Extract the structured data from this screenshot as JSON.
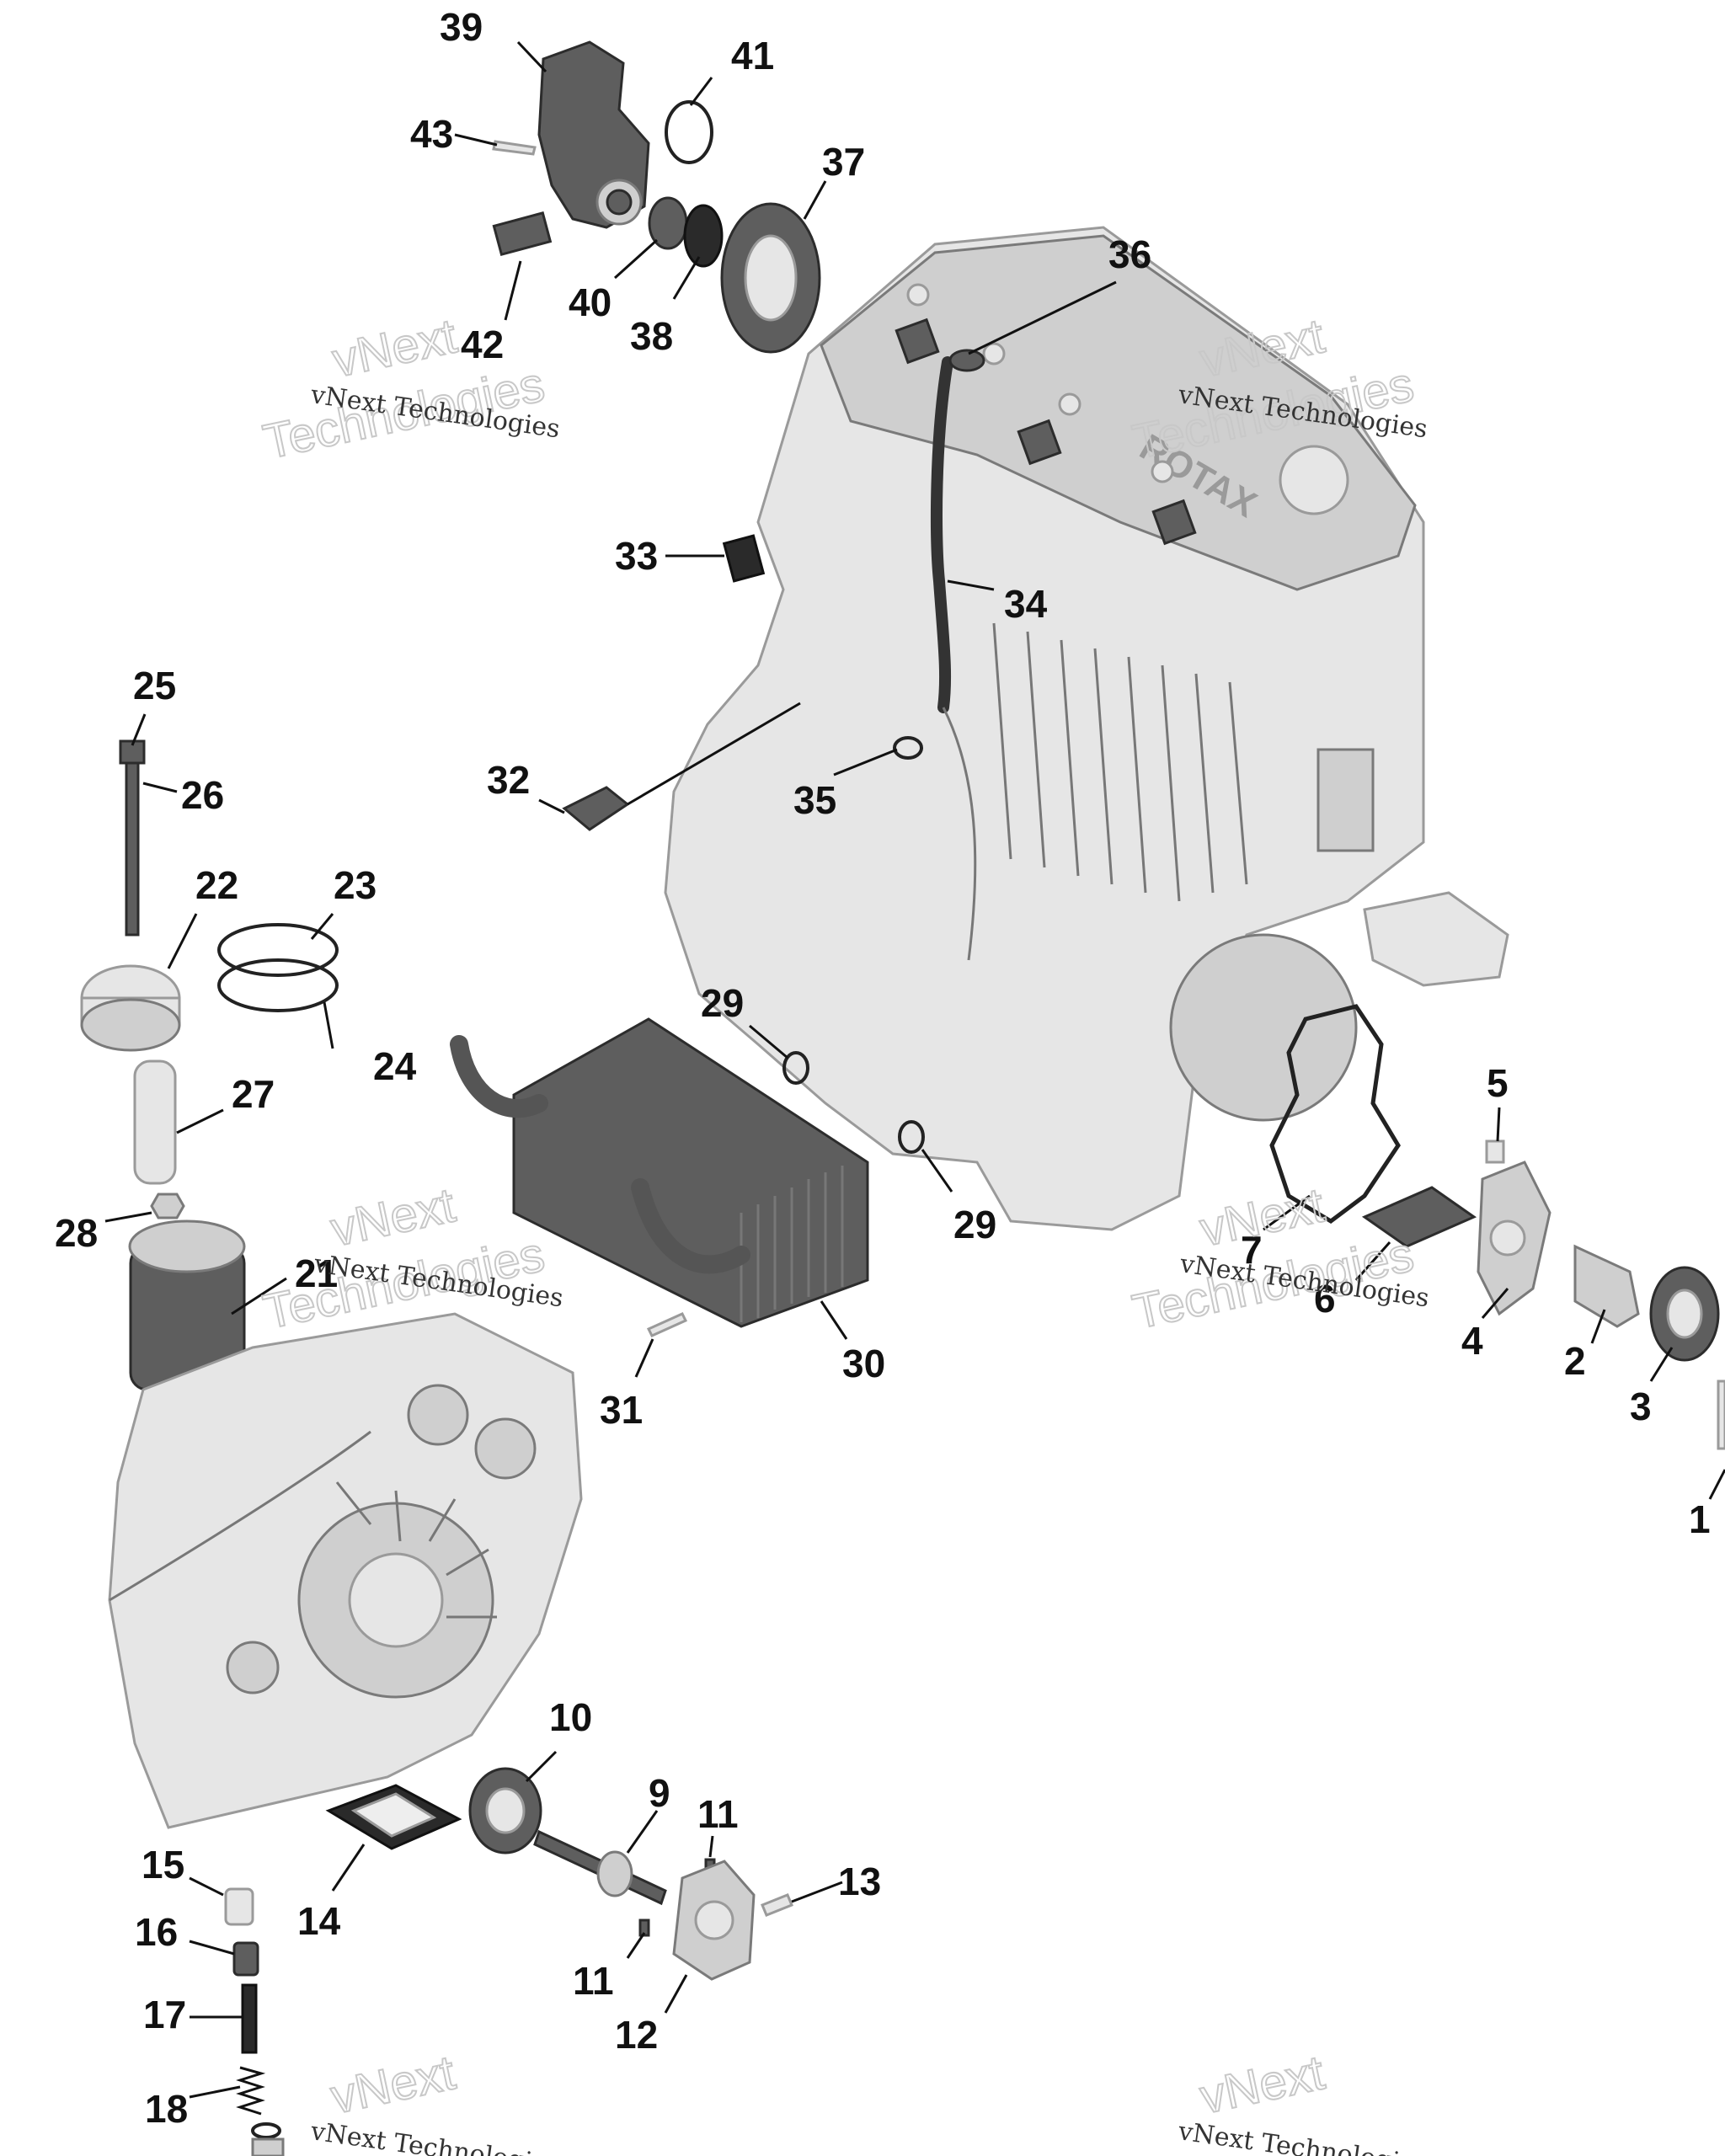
{
  "watermark": {
    "text": "vNext Technologies",
    "ghost_line1": "vNext",
    "ghost_line2": "Technologies"
  },
  "callouts": {
    "c1": "1",
    "c2": "2",
    "c3": "3",
    "c4": "4",
    "c5": "5",
    "c6": "6",
    "c7": "7",
    "c9": "9",
    "c10": "10",
    "c11a": "11",
    "c11b": "11",
    "c12": "12",
    "c13": "13",
    "c14": "14",
    "c15": "15",
    "c16": "16",
    "c17": "17",
    "c18": "18",
    "c21": "21",
    "c22": "22",
    "c23": "23",
    "c24": "24",
    "c25": "25",
    "c26": "26",
    "c27": "27",
    "c28": "28",
    "c29a": "29",
    "c29b": "29",
    "c30": "30",
    "c31": "31",
    "c32": "32",
    "c33": "33",
    "c34": "34",
    "c35": "35",
    "c36": "36",
    "c37": "37",
    "c38": "38",
    "c39": "39",
    "c40": "40",
    "c41": "41",
    "c42": "42",
    "c43": "43"
  },
  "engine_brand": "ROTAX"
}
